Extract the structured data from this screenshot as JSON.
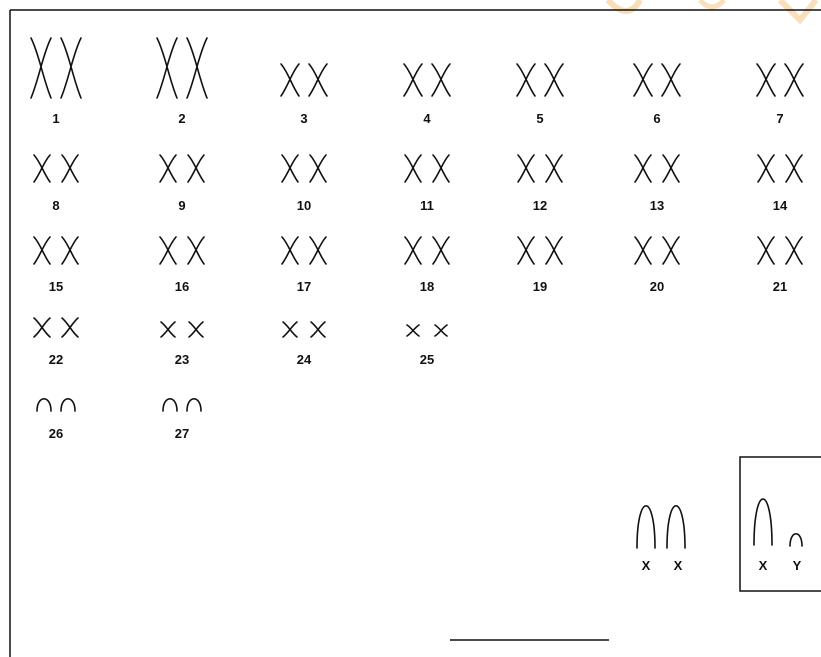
{
  "karyotype": {
    "autosome_labels": [
      "1",
      "2",
      "3",
      "4",
      "5",
      "6",
      "7",
      "8",
      "9",
      "10",
      "11",
      "12",
      "13",
      "14",
      "15",
      "16",
      "17",
      "18",
      "19",
      "20",
      "21",
      "22",
      "23",
      "24",
      "25",
      "26",
      "27"
    ],
    "sex_pair_female": {
      "left": "X",
      "right": "X"
    },
    "sex_pair_male": {
      "left": "X",
      "right": "Y"
    }
  },
  "colors": {
    "line": "#111111",
    "watermark": "#f1c27a"
  }
}
